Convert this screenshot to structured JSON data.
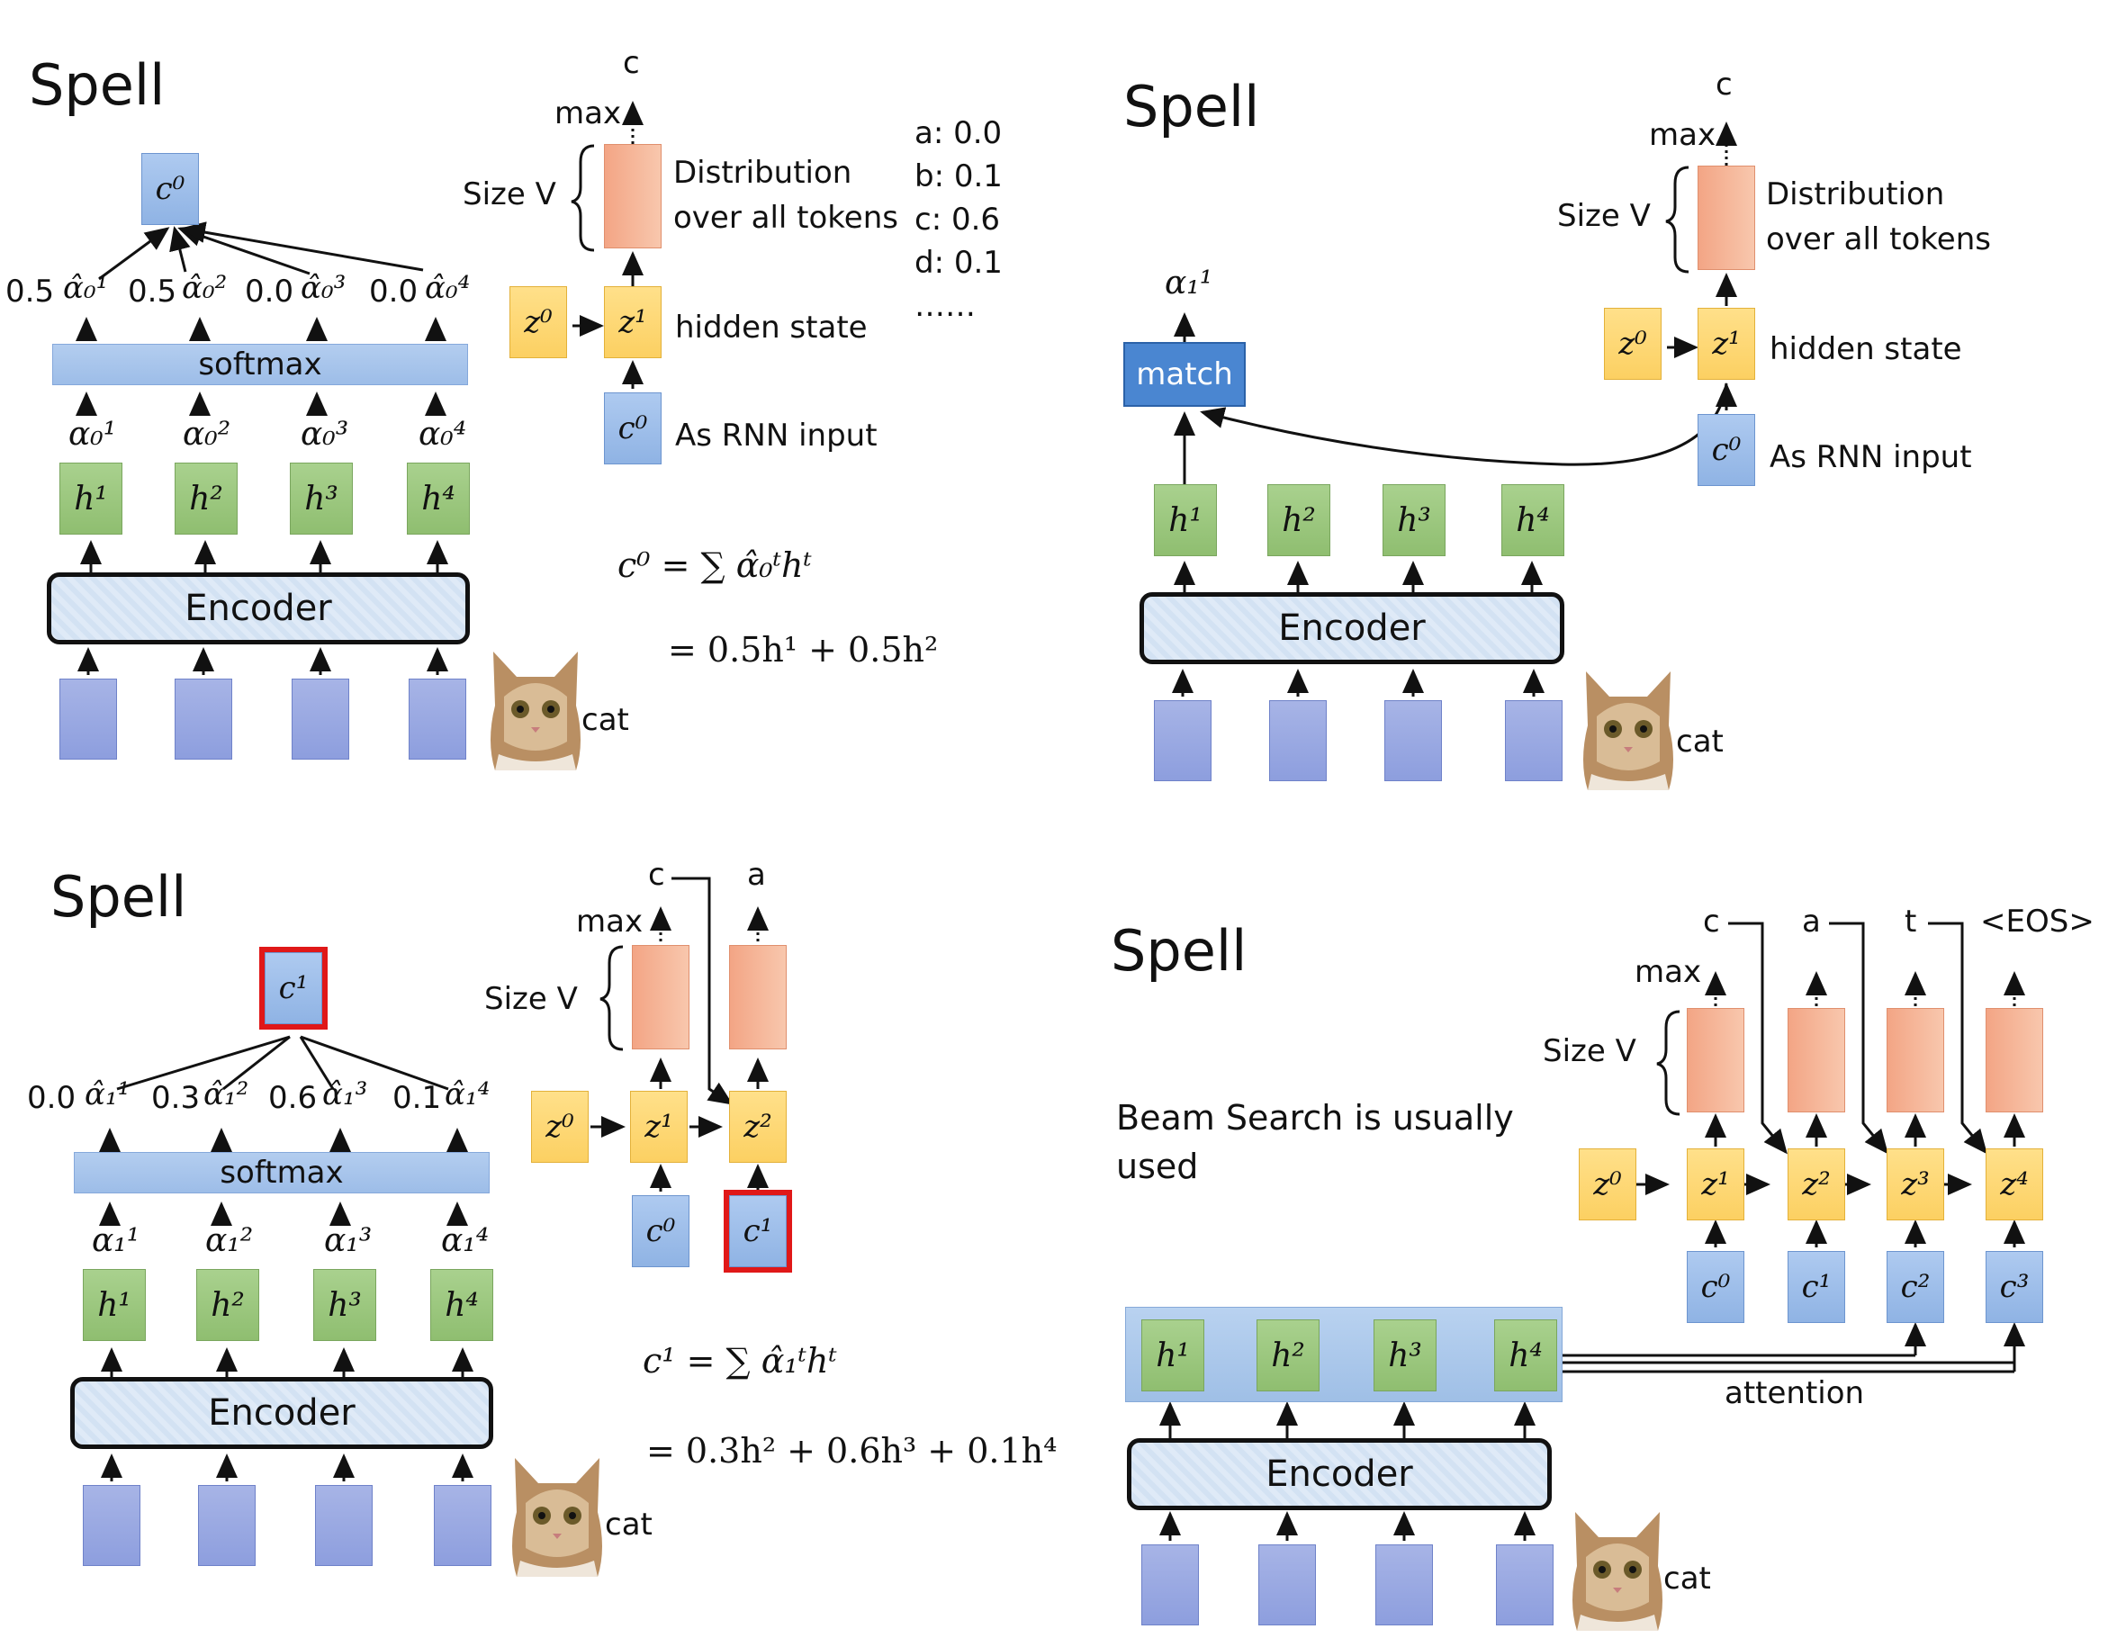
{
  "panels": {
    "p1": {
      "title": "Spell",
      "c_box": "c⁰",
      "weights": [
        {
          "value": "0.5",
          "symbol": "α̂₀¹"
        },
        {
          "value": "0.5",
          "symbol": "α̂₀²"
        },
        {
          "value": "0.0",
          "symbol": "α̂₀³"
        },
        {
          "value": "0.0",
          "symbol": "α̂₀⁴"
        }
      ],
      "softmax": "softmax",
      "alphas": [
        "α₀¹",
        "α₀²",
        "α₀³",
        "α₀⁴"
      ],
      "h": [
        "h¹",
        "h²",
        "h³",
        "h⁴"
      ],
      "encoder": "Encoder",
      "cat": "cat",
      "out_c": "c",
      "max": "max",
      "size_v": "Size V",
      "dist_line1": "Distribution",
      "dist_line2": "over all tokens",
      "z0": "z⁰",
      "z1": "z¹",
      "hidden_state": "hidden state",
      "c0": "c⁰",
      "rnn_input": "As RNN input",
      "probs": [
        "a: 0.0",
        "b: 0.1",
        "c: 0.6",
        "d: 0.1",
        "……"
      ],
      "formula_line1": "c⁰ = ∑ α̂₀ᵗhᵗ",
      "formula_line2": "= 0.5h¹ + 0.5h²"
    },
    "p2": {
      "title": "Spell",
      "alpha_out": "α₁¹",
      "match": "match",
      "h": [
        "h¹",
        "h²",
        "h³",
        "h⁴"
      ],
      "encoder": "Encoder",
      "cat": "cat",
      "out_c": "c",
      "max": "max",
      "size_v": "Size V",
      "dist_line1": "Distribution",
      "dist_line2": "over all tokens",
      "z0": "z⁰",
      "z1": "z¹",
      "hidden_state": "hidden state",
      "c0": "c⁰",
      "rnn_input": "As RNN input"
    },
    "p3": {
      "title": "Spell",
      "c_box": "c¹",
      "weights": [
        {
          "value": "0.0",
          "symbol": "α̂₁¹"
        },
        {
          "value": "0.3",
          "symbol": "α̂₁²"
        },
        {
          "value": "0.6",
          "symbol": "α̂₁³"
        },
        {
          "value": "0.1",
          "symbol": "α̂₁⁴"
        }
      ],
      "softmax": "softmax",
      "alphas": [
        "α₁¹",
        "α₁²",
        "α₁³",
        "α₁⁴"
      ],
      "h": [
        "h¹",
        "h²",
        "h³",
        "h⁴"
      ],
      "encoder": "Encoder",
      "cat": "cat",
      "out_c": "c",
      "out_a": "a",
      "max": "max",
      "size_v": "Size V",
      "z0": "z⁰",
      "z1": "z¹",
      "z2": "z²",
      "c0": "c⁰",
      "c1": "c¹",
      "formula_line1": "c¹ = ∑ α̂₁ᵗhᵗ",
      "formula_line2": "= 0.3h² + 0.6h³ + 0.1h⁴"
    },
    "p4": {
      "title": "Spell",
      "beam_line1": "Beam Search is usually",
      "beam_line2": "used",
      "outputs": [
        "c",
        "a",
        "t",
        "<EOS>"
      ],
      "max": "max",
      "size_v": "Size V",
      "z": [
        "z⁰",
        "z¹",
        "z²",
        "z³",
        "z⁴"
      ],
      "c": [
        "c⁰",
        "c¹",
        "c²",
        "c³"
      ],
      "h": [
        "h¹",
        "h²",
        "h³",
        "h⁴"
      ],
      "attention": "attention",
      "encoder": "Encoder",
      "cat": "cat"
    }
  },
  "colors": {
    "h_box": "#a9d18e",
    "input_box": "#8d9ede",
    "z_box": "#fcd062",
    "c_box": "#8fb3e4",
    "distribution": "#f3a585",
    "softmax": "#9dbde8",
    "match": "#4a86d1",
    "highlight": "#e01818"
  }
}
